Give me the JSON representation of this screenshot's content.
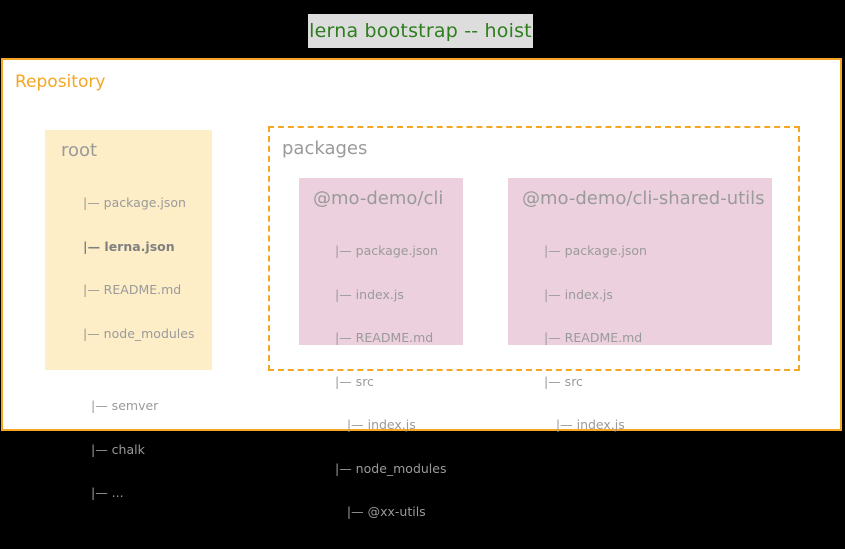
{
  "window": {
    "title": "lerna bootstrap -- hoist",
    "title_color": "#2e7d1e",
    "title_chip_bg": "#dddddd",
    "backdrop_color": "#000000"
  },
  "repository": {
    "label": "Repository",
    "accent_color": "#f5a623",
    "background": "#ffffff"
  },
  "root_card": {
    "title": "root",
    "background": "#fdeec8",
    "tree": [
      {
        "text": "|— package.json",
        "bold": false
      },
      {
        "text": "|— lerna.json",
        "bold": true
      },
      {
        "text": "|— README.md",
        "bold": false
      },
      {
        "text": "|— node_modules",
        "bold": false
      }
    ],
    "subtree": [
      {
        "text": "|— semver",
        "bold": false
      },
      {
        "text": "|— chalk",
        "bold": false
      },
      {
        "text": "|— ...",
        "bold": false
      }
    ]
  },
  "packages": {
    "label": "packages",
    "border_color": "#f5a623",
    "border_style": "dashed",
    "cards": [
      {
        "title": "@mo-demo/cli",
        "background": "#ecd0dd",
        "tree": [
          {
            "text": "|— package.json",
            "bold": false
          },
          {
            "text": "|— index.js",
            "bold": false
          },
          {
            "text": "|— README.md",
            "bold": false
          },
          {
            "text": "|— src",
            "bold": false
          },
          {
            "text": "   |— index.js",
            "bold": false
          },
          {
            "text": "|— node_modules",
            "bold": false
          },
          {
            "text": "   |— @xx-utils",
            "bold": false
          }
        ]
      },
      {
        "title": "@mo-demo/cli-shared-utils",
        "background": "#ecd0dd",
        "tree": [
          {
            "text": "|— package.json",
            "bold": false
          },
          {
            "text": "|— index.js",
            "bold": false
          },
          {
            "text": "|— README.md",
            "bold": false
          },
          {
            "text": "|— src",
            "bold": false
          },
          {
            "text": "   |— index.js",
            "bold": false
          }
        ]
      }
    ]
  }
}
